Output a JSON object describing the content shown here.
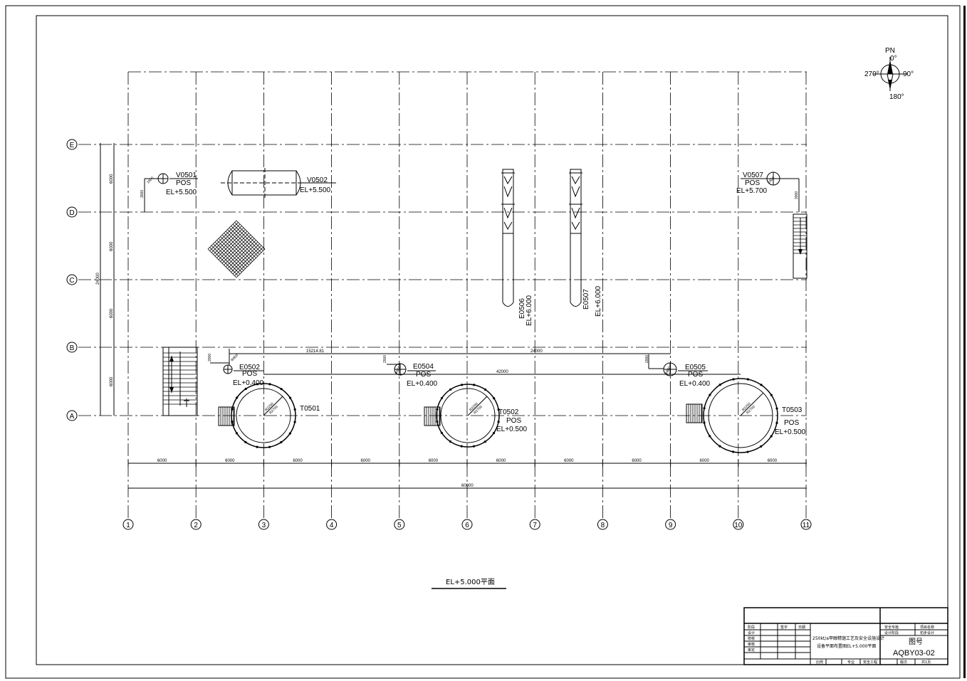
{
  "grid": {
    "columns": [
      "1",
      "2",
      "3",
      "4",
      "5",
      "6",
      "7",
      "8",
      "9",
      "10",
      "11"
    ],
    "rows": [
      "E",
      "D",
      "C",
      "B",
      "A"
    ],
    "column_spacings": [
      "6000",
      "6000",
      "6000",
      "6000",
      "6000",
      "6000",
      "6000",
      "6000",
      "6000",
      "6000"
    ],
    "row_spacings": [
      "6000",
      "6000",
      "6000",
      "6000"
    ],
    "total_width": "60000",
    "total_height": "24000"
  },
  "north": {
    "label": "PN",
    "n": "0°",
    "e": "90°",
    "s": "180°",
    "w": "270°"
  },
  "equipment": {
    "v0501": {
      "tag": "V0501",
      "pos": "POS",
      "el": "EL+5.500",
      "dim": "3000",
      "dia": "1600"
    },
    "v0502": {
      "tag": "V0502",
      "el": "EL+5.500"
    },
    "v0507": {
      "tag": "V0507",
      "pos": "POS",
      "el": "EL+5.700",
      "dim": "3000",
      "dia": "1600"
    },
    "e0502": {
      "tag": "E0502",
      "pos": "POS",
      "el": "EL+0.400",
      "dim": "2000",
      "dia": "Φ800"
    },
    "e0504": {
      "tag": "E0504",
      "pos": "POS",
      "el": "EL+0.400",
      "dim": "2000",
      "dia": "Φ800"
    },
    "e0505": {
      "tag": "E0505",
      "pos": "POS",
      "el": "EL+0.400",
      "dim": "2000",
      "dia": "Φ800"
    },
    "e0506": {
      "tag": "E0506",
      "el": "EL+6.000"
    },
    "e0507": {
      "tag": "E0507",
      "el": "EL+6.000"
    },
    "t0501": {
      "tag": "T0501",
      "r1": "R2250",
      "r2": "R2700"
    },
    "t0502": {
      "tag": "T0502",
      "pos": "POS",
      "el": "EL+0.500",
      "r1": "R2250",
      "r2": "R2700"
    },
    "t0503": {
      "tag": "T0503",
      "pos": "POS",
      "el": "EL+0.500",
      "r1": "R2250",
      "r2": "R2700"
    }
  },
  "dims": {
    "d1": "15214.81",
    "d2": "24000",
    "d3": "42000",
    "d4": "6000"
  },
  "plan_title": "EL+5.000平面",
  "title_block": {
    "project": "250kt/a甲醇精馏工艺及安全设施设计",
    "drawing": "设备平面布置图EL+5.000平面",
    "left_labels": [
      "设计",
      "校核",
      "审核",
      "审定"
    ],
    "top_labels": [
      "阶段",
      "签字",
      "日期"
    ],
    "stage": "安全专篇",
    "phase_label": "设计阶段",
    "phase_value": "初步设计",
    "project_name_label": "项目名称",
    "drawing_no_label": "图号",
    "drawing_no": "AQBY03-02",
    "bottom": [
      "比例",
      "专业",
      "安全工程",
      "版次",
      "共1页"
    ]
  }
}
